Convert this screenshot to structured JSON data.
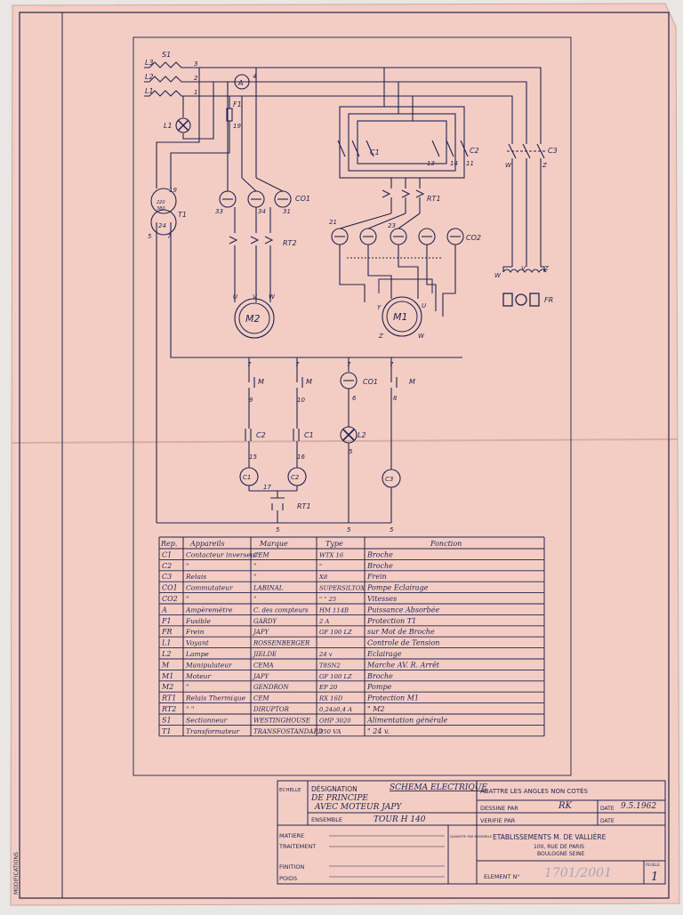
{
  "paper": {
    "bg": "#f3cdc4",
    "ink": "#1f2450",
    "edge": "#e9e6e3"
  },
  "sidebar": {
    "modifications": "MODIFICATIONS"
  },
  "diagram": {
    "l3": "L3",
    "l2": "L2",
    "l1": "L1",
    "s1": "S1",
    "a": "A",
    "f1": "F1",
    "l1_lamp": "L1",
    "t1": "T1",
    "t1_v1": "220",
    "t1_v2": "380",
    "co1": "CO1",
    "rt2": "RT2",
    "m2": "M2",
    "c1": "C1",
    "c2": "C2",
    "c3": "C3",
    "rt1": "RT1",
    "co2": "CO2",
    "m1": "M1",
    "fr": "FR",
    "m": "M",
    "l2_lamp": "L2",
    "nums": {
      "n3": "3",
      "n2": "2",
      "n1": "1",
      "n4": "4",
      "n19": "19",
      "n24": "24",
      "n5": "5",
      "n7": "7",
      "n33": "33",
      "n34": "34",
      "n31": "31",
      "n13": "13",
      "n14": "14",
      "n11": "11",
      "n21": "21",
      "n23": "23",
      "n9": "9",
      "n10": "10",
      "n6": "6",
      "n8": "8",
      "n15": "15",
      "n16": "16",
      "n17": "17"
    },
    "u": "U",
    "v": "V",
    "w": "W",
    "x": "X",
    "y": "Y",
    "z": "Z"
  },
  "table": {
    "headers": [
      "Rep.",
      "Appareils",
      "Marque",
      "Type",
      "Fonction"
    ],
    "rows": [
      [
        "C1",
        "Contacteur inverseur",
        "CEM",
        "WTX 16",
        "Broche"
      ],
      [
        "C2",
        "\"",
        "\"",
        "\"",
        "Broche"
      ],
      [
        "C3",
        "Relais",
        "\"",
        "X8",
        "Frein"
      ],
      [
        "CO1",
        "Commutateur",
        "LABINAL",
        "SUPERSILTOX",
        "Pompe Eclairage"
      ],
      [
        "CO2",
        "\"",
        "\"",
        "\" \" 25",
        "Vitesses"
      ],
      [
        "A",
        "Ampèremètre",
        "C. des compteurs",
        "HM 114B",
        "Puissance Absorbée"
      ],
      [
        "F1",
        "Fusible",
        "GARDY",
        "2 A",
        "Protection T1"
      ],
      [
        "FR",
        "Frein",
        "JAPY",
        "GF 100 LZ",
        "sur Mot de Broche"
      ],
      [
        "L1",
        "Voyant",
        "ROSSENBERGER",
        "",
        "Controle de Tension"
      ],
      [
        "L2",
        "Lampe",
        "JIELDE",
        "24 v",
        "Eclairage"
      ],
      [
        "M",
        "Manipulateur",
        "CEMA",
        "T8SN2",
        "Marche AV. R. Arrêt"
      ],
      [
        "M1",
        "Moteur",
        "JAPY",
        "GF 100 LZ",
        "Broche"
      ],
      [
        "M2",
        "\"",
        "GENDRON",
        "EP 20",
        "Pompe"
      ],
      [
        "RT1",
        "Relais Thermique",
        "CEM",
        "RX 16D",
        "Protection M1"
      ],
      [
        "RT2",
        "\"  \"",
        "DIRUPTOR",
        "0,24à0,4 A",
        "\"  M2"
      ],
      [
        "S1",
        "Sectionneur",
        "WESTINGHOUSE",
        "OHP 3020",
        "Alimentation générale"
      ],
      [
        "T1",
        "Transformateur",
        "TRANSFOSTANDARD",
        "150 VA",
        "\"  24 v."
      ]
    ]
  },
  "titleblock": {
    "echelle": "ECHELLE",
    "designation": "DÉSIGNATION",
    "schema": "SCHEMA ELECTRIQUE",
    "principe": "DE PRINCIPE",
    "moteur": "AVEC MOTEUR JAPY",
    "ensemble_label": "ENSEMBLE",
    "ensemble_value": "TOUR H 140",
    "abattre": "ABATTRE LES ANGLES NON COTÉS",
    "dessine": "DESSINE PAR",
    "dessine_value": "RK",
    "date1": "DATE",
    "date_value": "9.5.1962",
    "verifie": "VERIFIE PAR",
    "date2": "DATE",
    "matiere": "MATIERE",
    "traitement": "TRAITEMENT",
    "finition": "FINITION",
    "poids": "POIDS",
    "quantite": "QUANTITE PAR ENSEMBLE",
    "etab": "ETABLISSEMENTS M. DE VALLIÈRE",
    "rue": "100, RUE DE PARIS",
    "ville": "BOULOGNE SEINE",
    "element": "ELEMENT N°",
    "element_value": "1701/2001",
    "feuille": "FEUILLE",
    "feuille_value": "1"
  }
}
